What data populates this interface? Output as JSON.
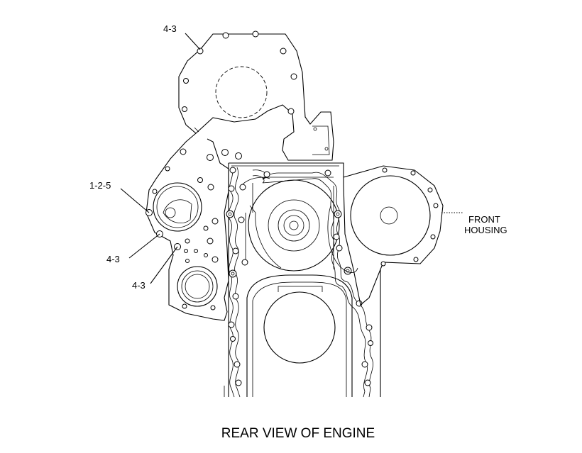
{
  "diagram": {
    "caption": "REAR VIEW OF ENGINE",
    "callouts": {
      "top": "4-3",
      "left_upper": "1-2-5",
      "left_middle": "4-3",
      "left_lower": "4-3",
      "right_line1": "FRONT",
      "right_line2": "HOUSING"
    }
  }
}
